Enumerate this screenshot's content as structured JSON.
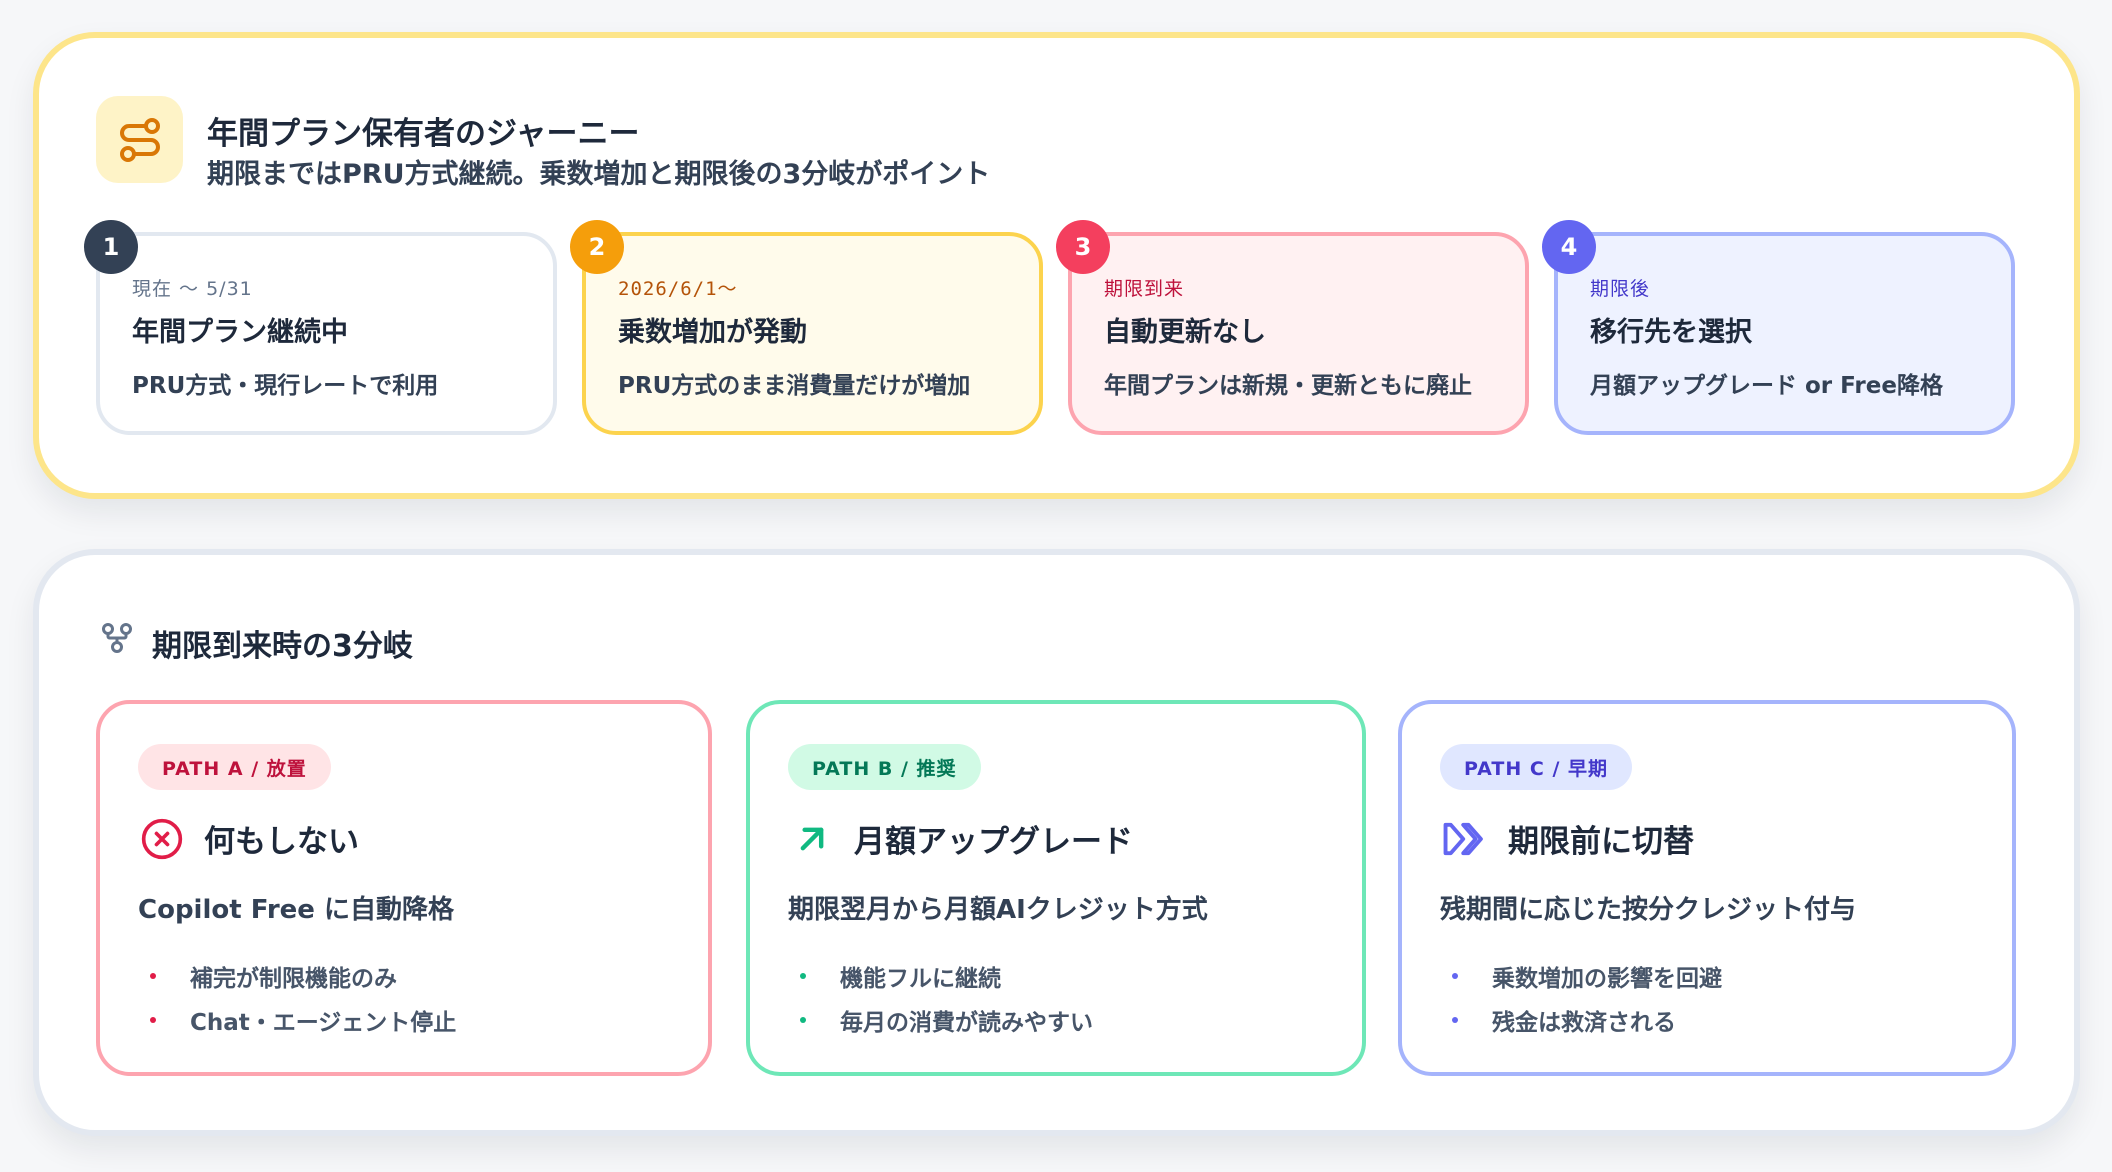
{
  "journey": {
    "icon": "route-icon",
    "title": "年間プラン保有者のジャーニー",
    "subtitle": "期限まではPRU方式継続。乗数増加と期限後の3分岐がポイント",
    "colors": {
      "border": "#fde58a",
      "icon_bg": "#fef3c7",
      "icon": "#d97706"
    },
    "steps": [
      {
        "number": "1",
        "date": "現在 〜 5/31",
        "title": "年間プラン継続中",
        "desc": "PRU方式・現行レートで利用",
        "badge_color": "#334155",
        "border": "#e2e8f0",
        "bg": "#ffffff",
        "date_color": "#64748b"
      },
      {
        "number": "2",
        "date": "2026/6/1〜",
        "title": "乗数増加が発動",
        "desc": "PRU方式のまま消費量だけが増加",
        "badge_color": "#f59e0b",
        "border": "#fcd34d",
        "bg": "#fffbeb",
        "date_color": "#b45309"
      },
      {
        "number": "3",
        "date": "期限到来",
        "title": "自動更新なし",
        "desc": "年間プランは新規・更新ともに廃止",
        "badge_color": "#f43f5e",
        "border": "#fda4af",
        "bg": "#fff1f2",
        "date_color": "#be123c"
      },
      {
        "number": "4",
        "date": "期限後",
        "title": "移行先を選択",
        "desc": "月額アップグレード or Free降格",
        "badge_color": "#6366f1",
        "border": "#a5b4fc",
        "bg": "#eef2ff",
        "date_color": "#4338ca"
      }
    ]
  },
  "branches": {
    "icon": "git-fork-icon",
    "title": "期限到来時の3分岐",
    "paths": [
      {
        "pill": "PATH A / 放置",
        "icon": "x-circle-icon",
        "title": "何もしない",
        "lead": "Copilot Free に自動降格",
        "bullets": [
          "補完が制限機能のみ",
          "Chat・エージェント停止"
        ],
        "border": "#fda4af",
        "pill_bg": "#ffe4e6",
        "pill_color": "#be123c",
        "accent": "#e11d48"
      },
      {
        "pill": "PATH B / 推奨",
        "icon": "arrow-up-right-icon",
        "title": "月額アップグレード",
        "lead": "期限翌月から月額AIクレジット方式",
        "bullets": [
          "機能フルに継続",
          "毎月の消費が読みやすい"
        ],
        "border": "#6ee7b7",
        "pill_bg": "#d1fae5",
        "pill_color": "#047857",
        "accent": "#10b981"
      },
      {
        "pill": "PATH C / 早期",
        "icon": "fast-forward-icon",
        "title": "期限前に切替",
        "lead": "残期間に応じた按分クレジット付与",
        "bullets": [
          "乗数増加の影響を回避",
          "残金は救済される"
        ],
        "border": "#a5b4fc",
        "pill_bg": "#e0e7ff",
        "pill_color": "#4338ca",
        "accent": "#6366f1"
      }
    ]
  }
}
